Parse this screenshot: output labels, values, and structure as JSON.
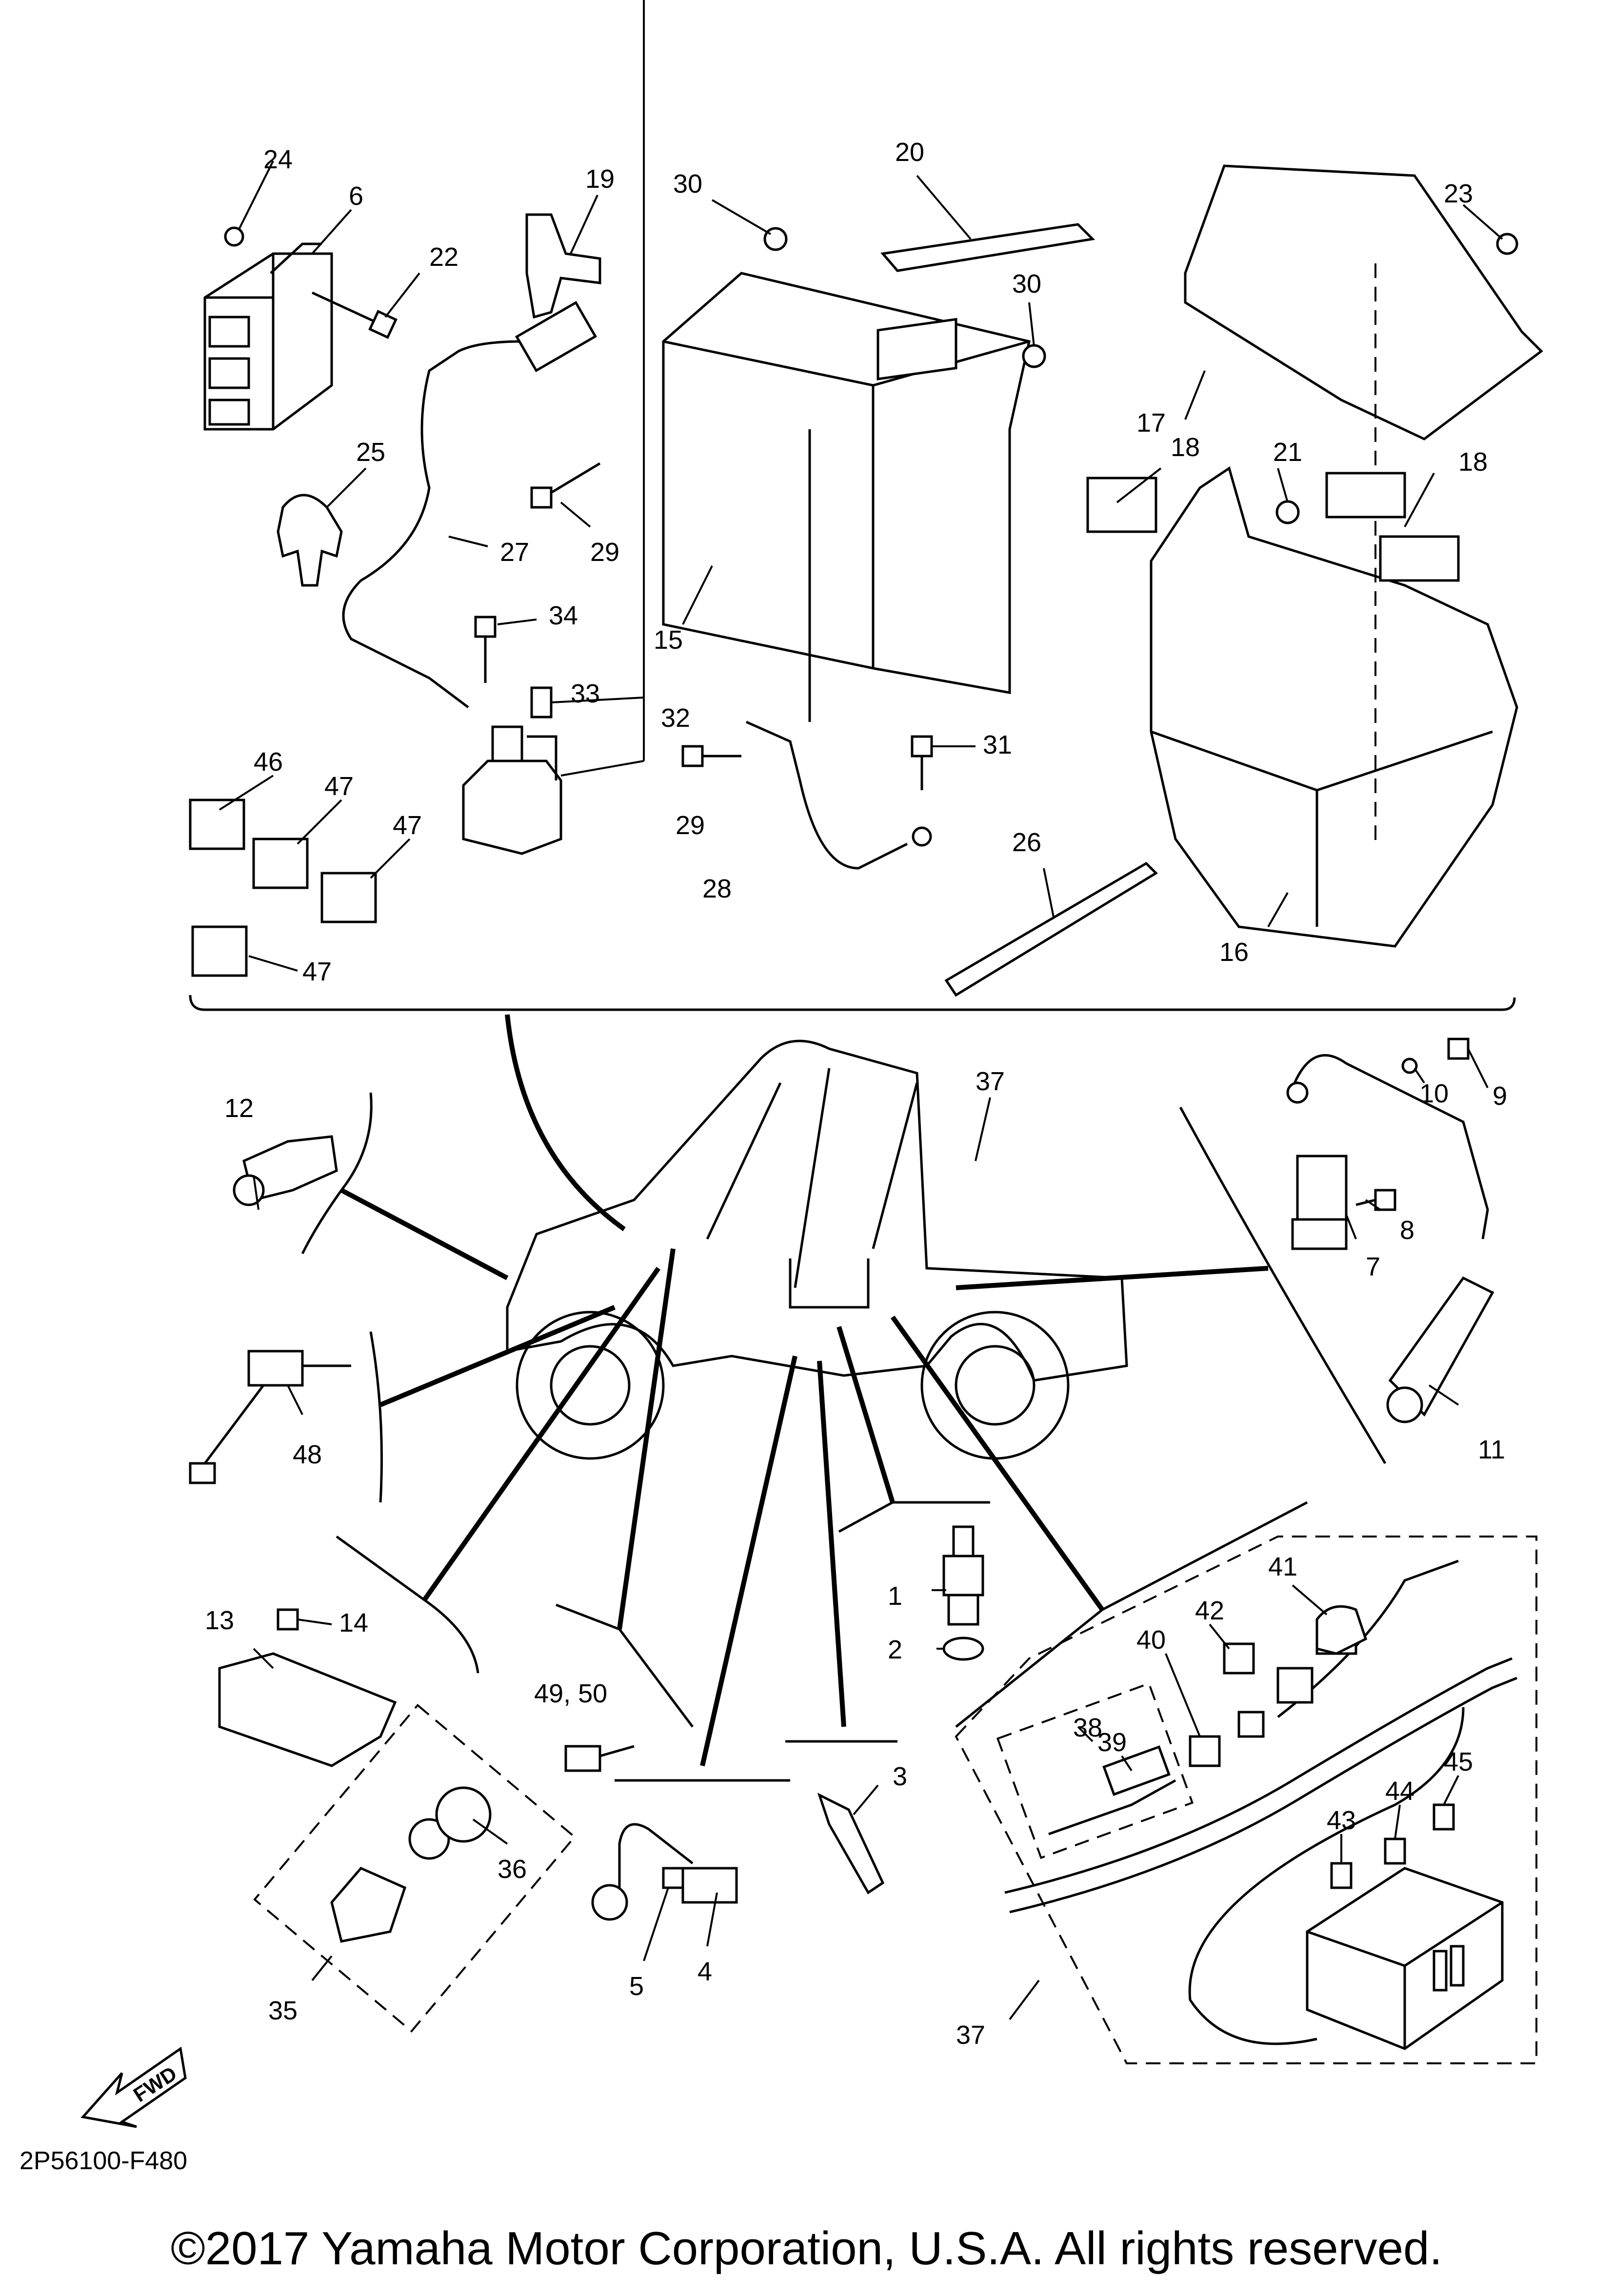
{
  "labels": {
    "l1": "1",
    "l2": "2",
    "l3": "3",
    "l4": "4",
    "l5": "5",
    "l6": "6",
    "l7": "7",
    "l8": "8",
    "l9": "9",
    "l10": "10",
    "l11": "11",
    "l12": "12",
    "l13": "13",
    "l14": "14",
    "l15": "15",
    "l16": "16",
    "l17": "17",
    "l18": "18",
    "l19": "19",
    "l20": "20",
    "l21": "21",
    "l22": "22",
    "l23": "23",
    "l24": "24",
    "l25": "25",
    "l26": "26",
    "l27": "27",
    "l28": "28",
    "l29": "29",
    "l30": "30",
    "l31": "31",
    "l32": "32",
    "l33": "33",
    "l34": "34",
    "l35": "35",
    "l36": "36",
    "l37": "37",
    "l38": "38",
    "l39": "39",
    "l40": "40",
    "l41": "41",
    "l42": "42",
    "l43": "43",
    "l44": "44",
    "l45": "45",
    "l46": "46",
    "l47": "47",
    "l48": "48",
    "l4950": "49, 50"
  },
  "fwd_label": "FWD",
  "diagram_code": "2P56100-F480",
  "copyright": "©2017 Yamaha Motor Corporation, U.S.A. All rights reserved."
}
